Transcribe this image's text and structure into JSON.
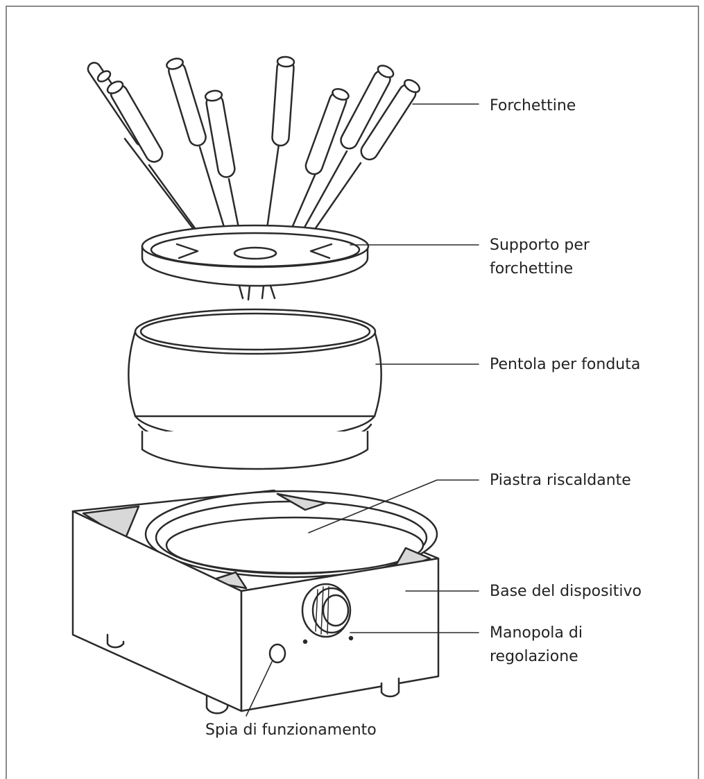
{
  "labels": {
    "forchettine": "Forchettine",
    "supporto_line1": "Supporto per",
    "supporto_line2": "forchettine",
    "pentola": "Pentola per fonduta",
    "piastra": "Piastra riscaldante",
    "base": "Base del dispositivo",
    "manopola_line1": "Manopola di",
    "manopola_line2": "regolazione",
    "spia": "Spia di funzionamento"
  },
  "colors": {
    "stroke": "#2a2a2a",
    "fill": "#ffffff",
    "frame": "#8a8a8a"
  }
}
